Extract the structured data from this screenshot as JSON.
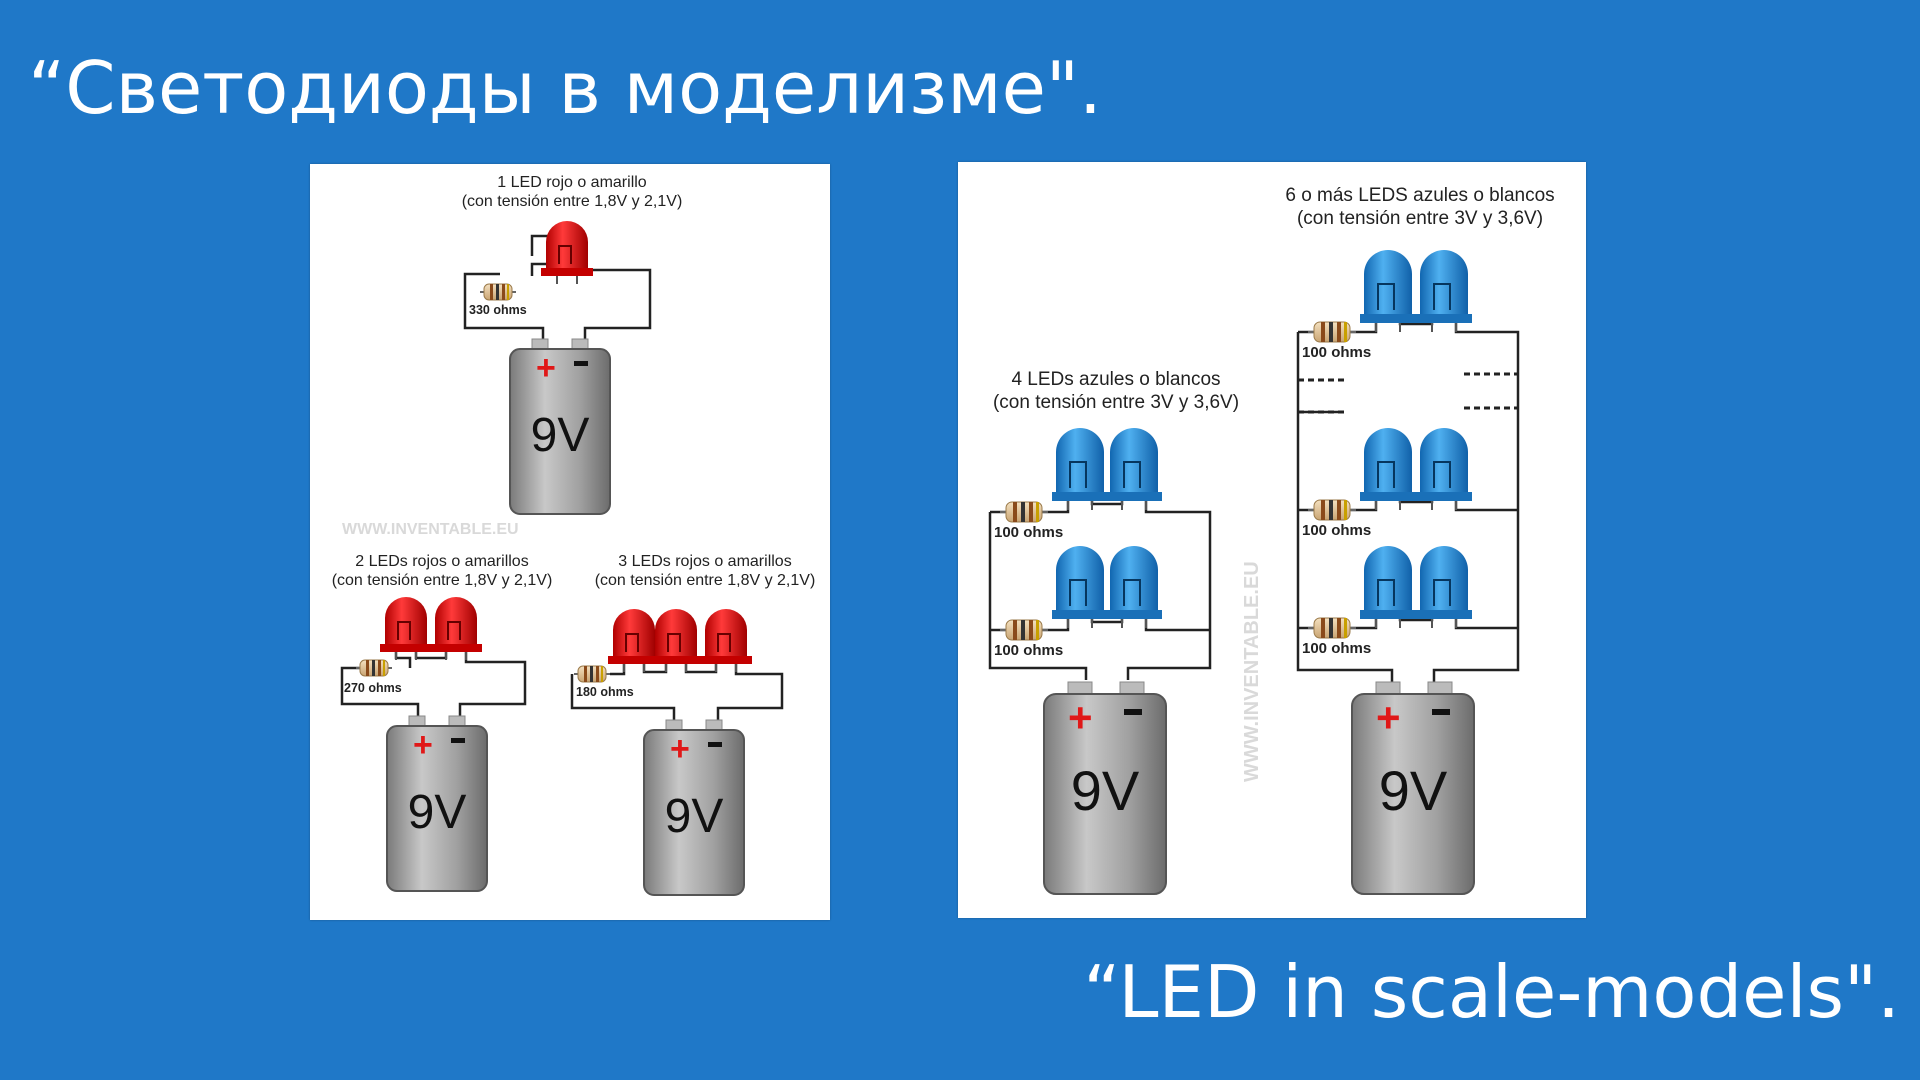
{
  "slide": {
    "title": "“Светодиоды в моделизме\".",
    "subtitle": "“LED in scale-models\"."
  },
  "left_panel": {
    "watermark": "WWW.INVENTABLE.EU",
    "circuit1": {
      "caption_line1": "1 LED rojo o amarillo",
      "caption_line2": "(con tensión entre 1,8V y 2,1V)",
      "resistor": "330 ohms",
      "battery": "9V"
    },
    "circuit2": {
      "caption_line1": "2 LEDs rojos o amarillos",
      "caption_line2": "(con tensión entre 1,8V y 2,1V)",
      "resistor": "270 ohms",
      "battery": "9V"
    },
    "circuit3": {
      "caption_line1": "3 LEDs rojos o amarillos",
      "caption_line2": "(con tensión entre 1,8V y 2,1V)",
      "resistor": "180 ohms",
      "battery": "9V"
    }
  },
  "right_panel": {
    "watermark": "WWW.INVENTABLE.EU",
    "circuit4": {
      "caption_line1": "4 LEDs azules o blancos",
      "caption_line2": "(con tensión entre 3V y 3,6V)",
      "resistor_top": "100 ohms",
      "resistor_bottom": "100 ohms",
      "battery": "9V"
    },
    "circuit6": {
      "caption_line1": "6 o más LEDS azules o blancos",
      "caption_line2": "(con tensión entre 3V y 3,6V)",
      "resistor_1": "100 ohms",
      "resistor_2": "100 ohms",
      "resistor_3": "100 ohms",
      "battery": "9V"
    }
  },
  "colors": {
    "background": "#1f78c8",
    "led_red": "#e01818",
    "led_blue": "#2a8fd8",
    "battery": "#9a9a9a",
    "plus": "#e01818"
  }
}
